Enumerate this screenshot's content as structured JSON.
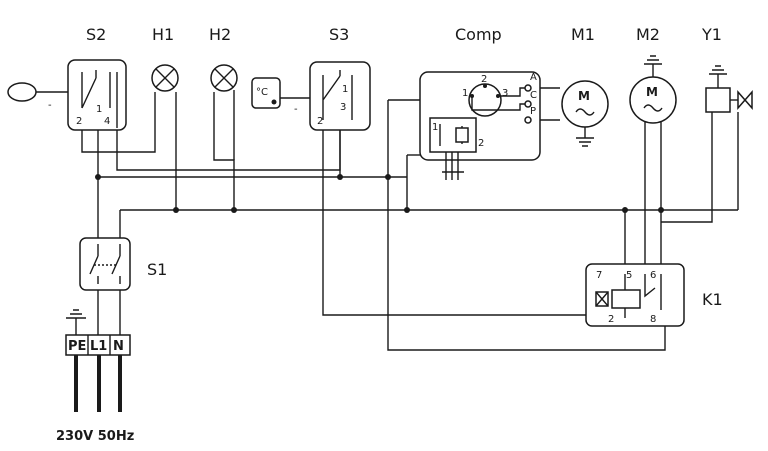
{
  "components": {
    "s2": {
      "label": "S2",
      "pins": [
        "1",
        "2",
        "4"
      ]
    },
    "h1": {
      "label": "H1"
    },
    "h2": {
      "label": "H2"
    },
    "s3": {
      "label": "S3",
      "pins": [
        "1",
        "2",
        "3"
      ]
    },
    "comp": {
      "label": "Comp",
      "pins": [
        "A",
        "C",
        "P",
        "1",
        "2",
        "3",
        "1",
        "2"
      ]
    },
    "m1": {
      "label": "M1",
      "symbol": "M"
    },
    "m2": {
      "label": "M2",
      "symbol": "M"
    },
    "y1": {
      "label": "Y1"
    },
    "s1": {
      "label": "S1"
    },
    "k1": {
      "label": "K1",
      "pins": [
        "7",
        "5",
        "6",
        "2",
        "8"
      ]
    }
  },
  "thermostat_symbol": "°C",
  "terminals": [
    "PE",
    "L1",
    "N"
  ],
  "supply": "230V 50Hz"
}
